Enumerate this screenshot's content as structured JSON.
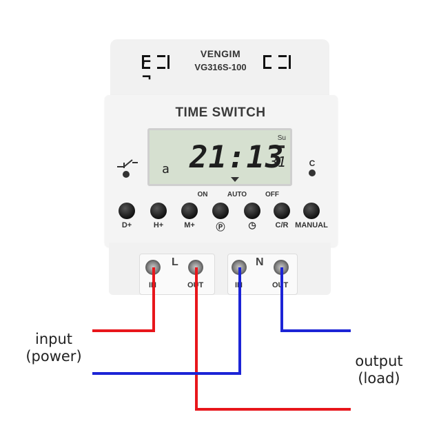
{
  "device": {
    "brand": "VENGIM",
    "model": "VG316S-100",
    "title": "TIME SWITCH",
    "bracket_glyph": "[⁻⁻]",
    "lcd": {
      "day": "Su",
      "small_digit": "a",
      "time": "21:13",
      "seconds": "31"
    },
    "mode_labels": [
      "ON",
      "AUTO",
      "OFF"
    ],
    "c_label": "C",
    "switch_symbol": "⌐╱",
    "buttons": [
      {
        "label": "D+"
      },
      {
        "label": "H+"
      },
      {
        "label": "M+"
      },
      {
        "label": "Ⓟ"
      },
      {
        "label": "◷"
      },
      {
        "label": "C/R"
      },
      {
        "label": "MANUAL"
      }
    ],
    "terminals": {
      "L": "L",
      "N": "N",
      "in": "IN",
      "out": "OUT"
    }
  },
  "annotations": {
    "input": "input",
    "input_sub": "(power)",
    "output": "output",
    "output_sub": "(load)"
  },
  "colors": {
    "live_wire": "#e8161b",
    "neutral_wire": "#1c24d6"
  }
}
